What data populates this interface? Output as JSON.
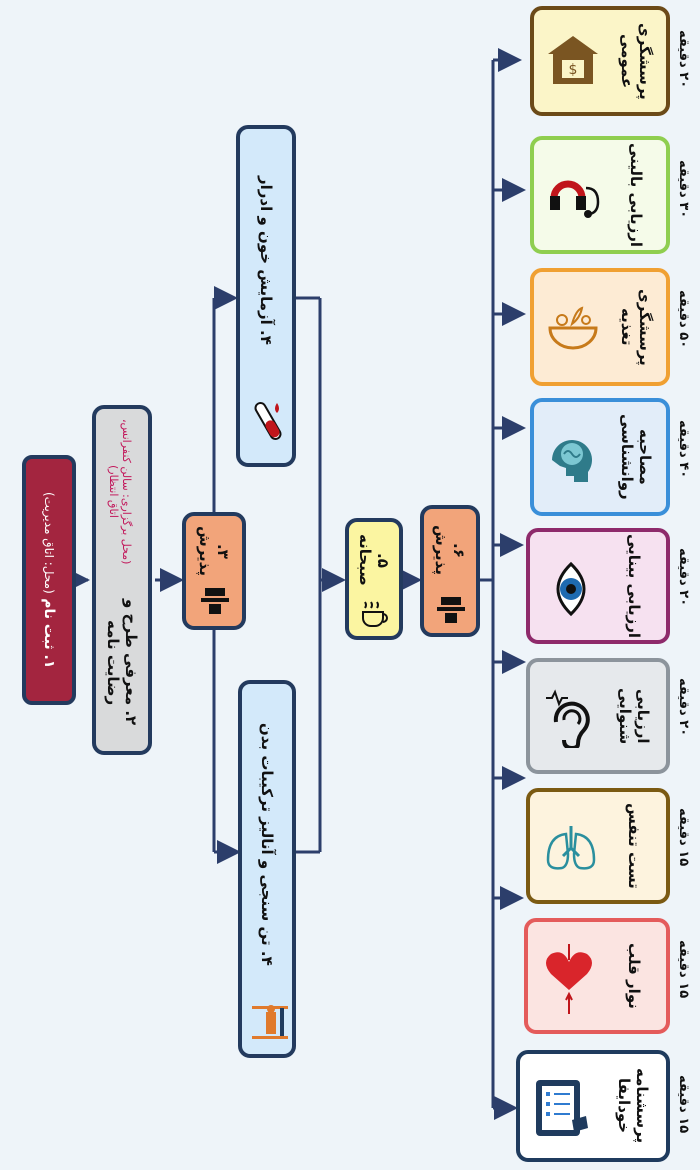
{
  "steps": {
    "s1": {
      "title": "۱. ثبت نام",
      "note": "(محل: اتاق مدیریت)"
    },
    "s2": {
      "title": "۲. معرفی طرح و رضایت نامه",
      "note": "(محل برگزاری: سالن کنفرانس، اتاق انتظار)"
    },
    "s3": {
      "title": "۳. پذیرش"
    },
    "s4a": {
      "title": "۴. تن سنجی و آنالیز ترکیبات بدن"
    },
    "s4b": {
      "title": "۴. آزمایش خون و ادرار"
    },
    "s5": {
      "title": "۵. صبحانه"
    },
    "s6": {
      "title": "۶. پذیرش"
    }
  },
  "stations": [
    {
      "title": "پرسشنامه خودایفا",
      "duration": "۱۵ دقیقه",
      "icon": "tablet-checklist-icon",
      "color": "#1f3b5e"
    },
    {
      "title": "نوار قلب",
      "duration": "۱۵ دقیقه",
      "icon": "heart-ecg-icon",
      "color": "#e45b5b"
    },
    {
      "title": "تست تنفس",
      "duration": "۱۵ دقیقه",
      "icon": "lungs-icon",
      "color": "#7b5a12"
    },
    {
      "title": "ارزیابی شنوایی",
      "duration": "۲۰ دقیقه",
      "icon": "ear-icon",
      "color": "#8c949c"
    },
    {
      "title": "ارزیابی بینایی",
      "duration": "۲۰ دقیقه",
      "icon": "eye-icon",
      "color": "#8e2a6b"
    },
    {
      "title": "مصاحبه روانشناسی",
      "duration": "۴۰ دقیقه",
      "icon": "brain-head-icon",
      "color": "#3a8fd9"
    },
    {
      "title": "پرسشگری تغذیه",
      "duration": "۵۰ دقیقه",
      "icon": "food-bowl-icon",
      "color": "#f0a032"
    },
    {
      "title": "ارزیابی بالینی",
      "duration": "۳۰ دقیقه",
      "icon": "stethoscope-icon",
      "color": "#8fce4f"
    },
    {
      "title": "پرسشگری عمومی",
      "duration": "۲۰ دقیقه",
      "icon": "house-money-icon",
      "color": "#6b4a18"
    }
  ],
  "colors": {
    "arrow": "#2c3e6b",
    "s1_fill": "#a3253f",
    "s2_fill": "#d9dadb",
    "reception_fill": "#f2a47a",
    "lab_fill": "#d3e9fa",
    "breakfast_fill": "#fbf5a1",
    "box_border": "#233a5e"
  }
}
